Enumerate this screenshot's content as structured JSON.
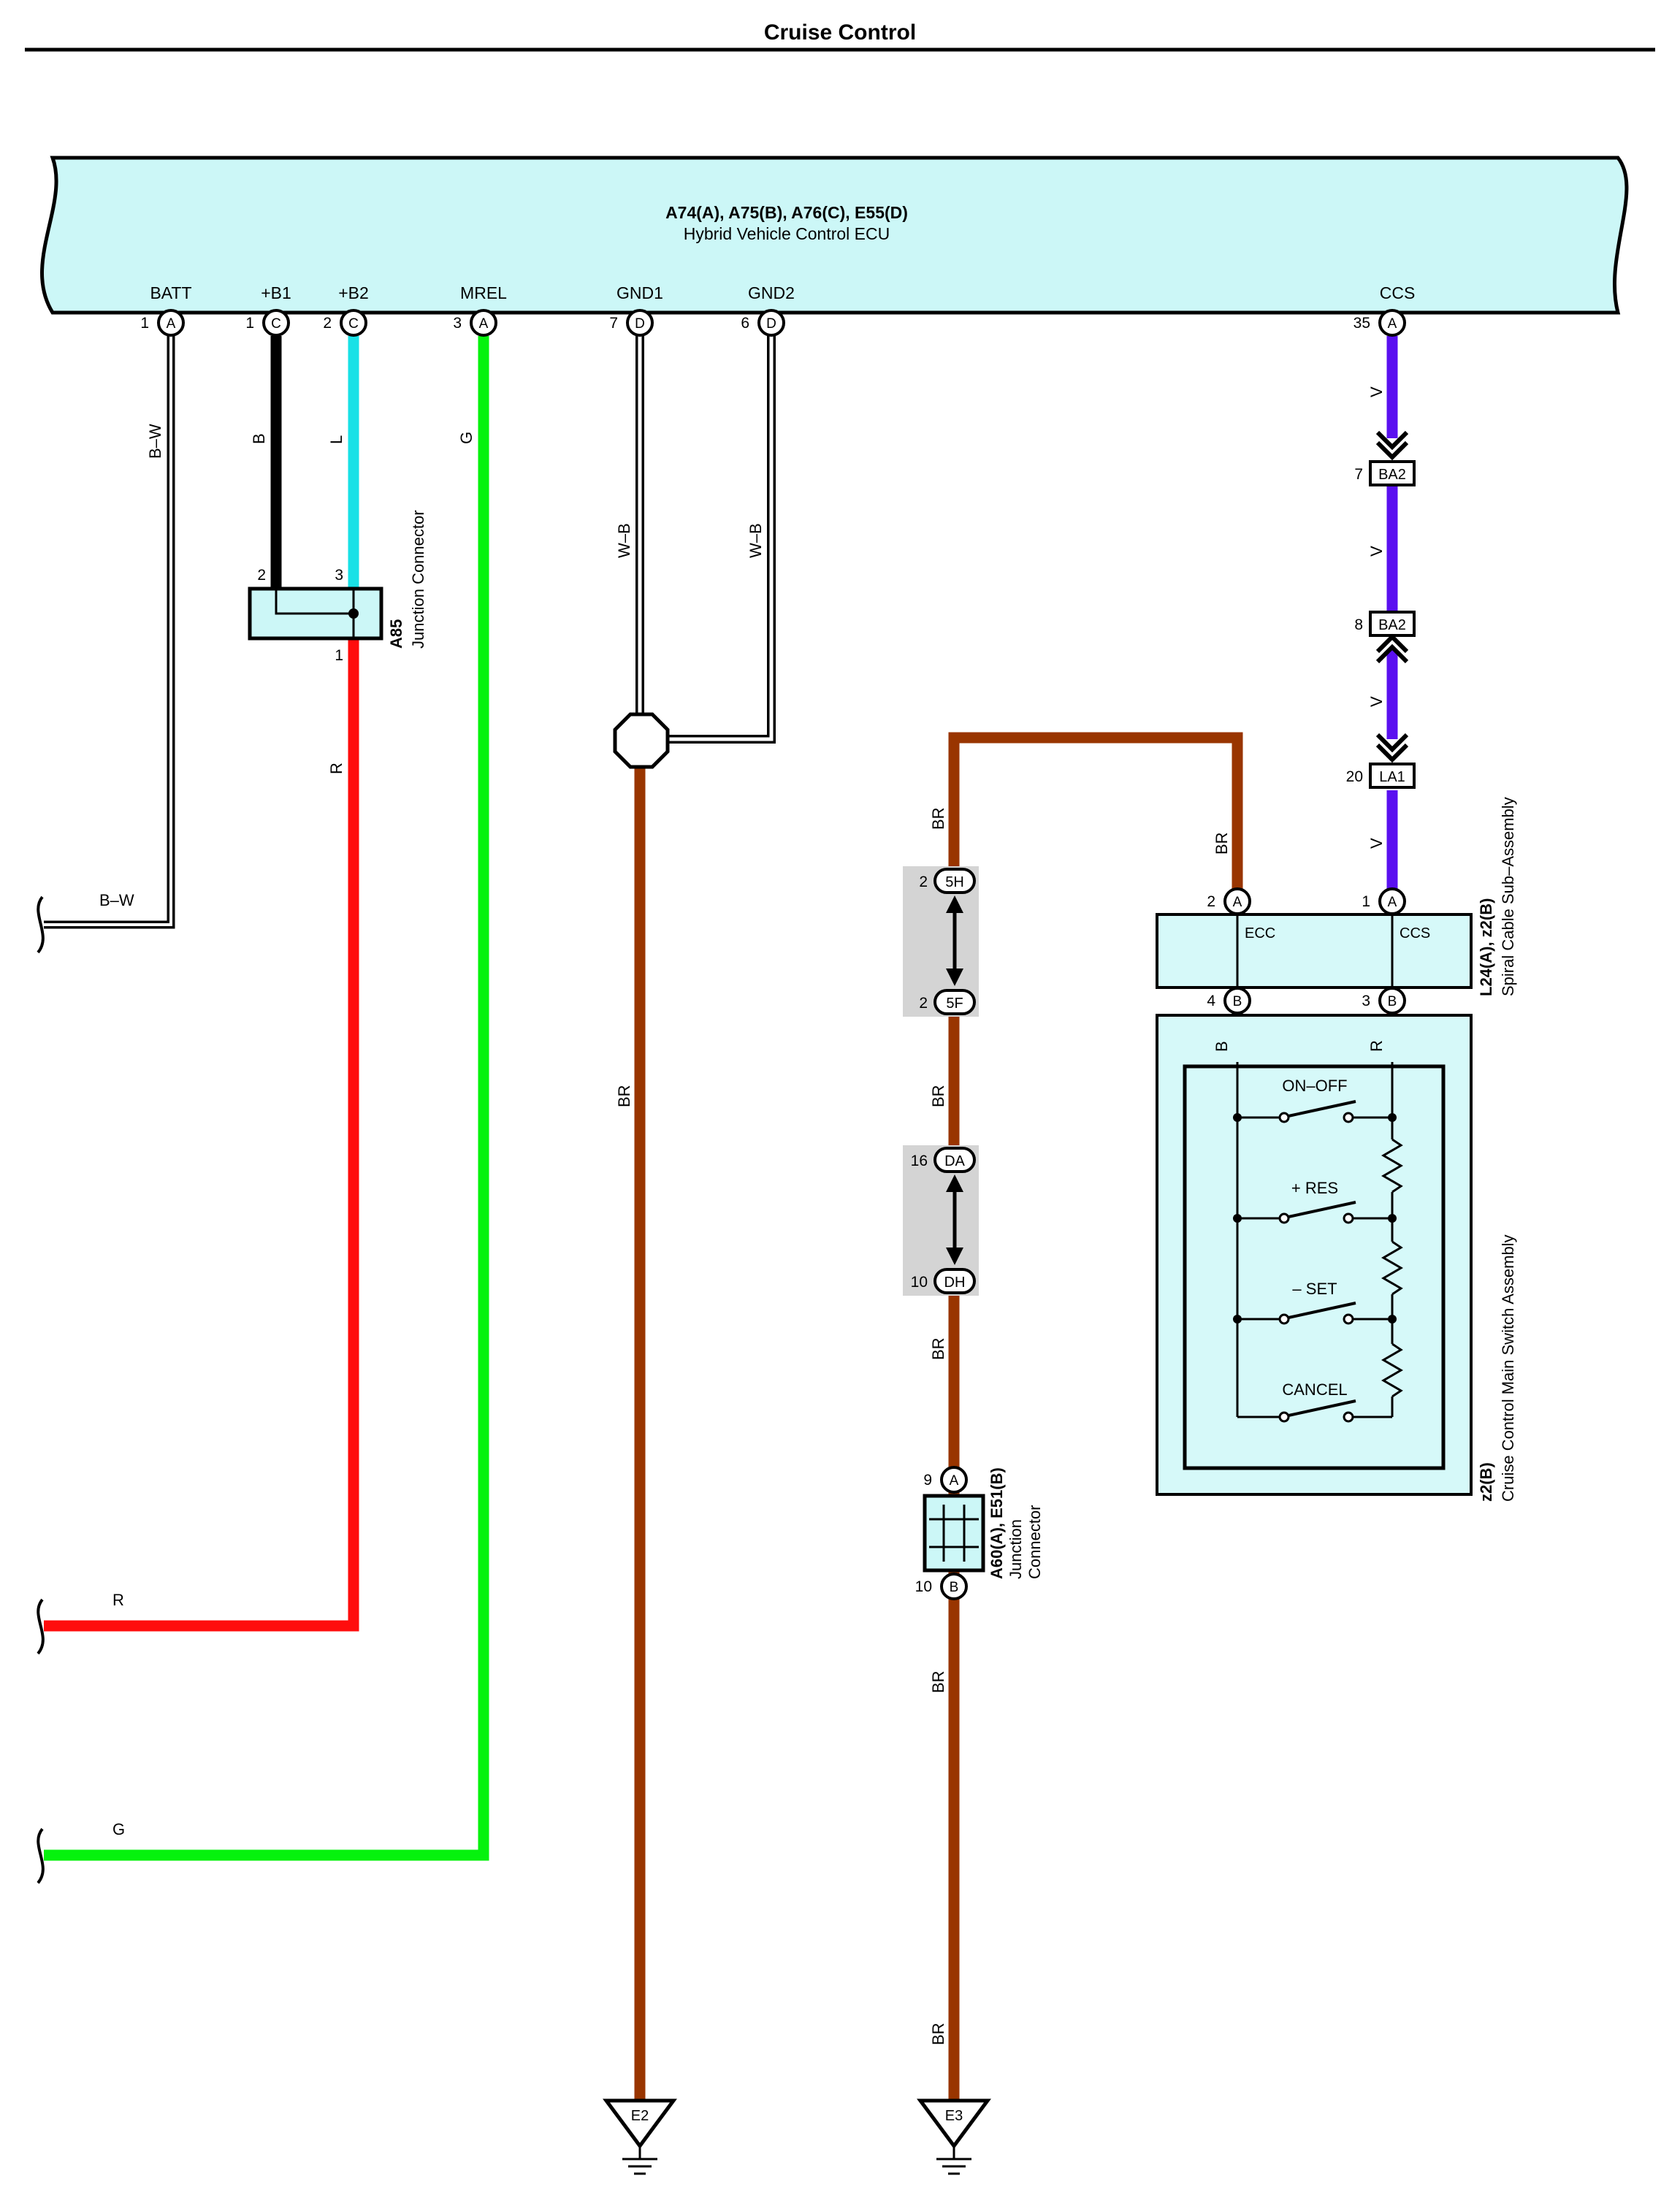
{
  "title": "Cruise Control",
  "ecu": {
    "codes": "A74(A), A75(B), A76(C), E55(D)",
    "name": "Hybrid Vehicle Control ECU",
    "pins": [
      {
        "label": "BATT",
        "num": "1",
        "conn": "A"
      },
      {
        "label": "+B1",
        "num": "1",
        "conn": "C"
      },
      {
        "label": "+B2",
        "num": "2",
        "conn": "C"
      },
      {
        "label": "MREL",
        "num": "3",
        "conn": "A"
      },
      {
        "label": "GND1",
        "num": "7",
        "conn": "D"
      },
      {
        "label": "GND2",
        "num": "6",
        "conn": "D"
      },
      {
        "label": "CCS",
        "num": "35",
        "conn": "A"
      }
    ]
  },
  "wires": {
    "batt": "B–W",
    "b1": "B",
    "b2": "L",
    "mrel": "G",
    "gnd1": "W–B",
    "gnd2": "W–B",
    "ccs1": "V",
    "ccs2": "V",
    "ccs3": "V",
    "ccs4": "V",
    "red": "R",
    "gnd_trunk": "BR",
    "ecc_up": "BR",
    "br1": "BR",
    "br2": "BR",
    "br3": "BR",
    "br4": "BR",
    "br5": "BR",
    "sw_b": "B",
    "sw_r": "R",
    "left_bw": "B–W",
    "left_r": "R",
    "left_g": "G"
  },
  "colors": {
    "ecu_fill": "#ccf7f7",
    "box_fill": "#d6f9f9",
    "connector_fill": "#d4d4d4",
    "bw": "#000000",
    "black": "#000000",
    "blue": "#19e1e6",
    "green": "#05f20d",
    "red": "#ff0d0d",
    "brown": "#993500",
    "violet": "#5a10f0"
  },
  "junction_a85": {
    "code": "A85",
    "name": "Junction Connector",
    "pin_in1": "2",
    "pin_in2": "3",
    "pin_out": "1"
  },
  "ccs_connectors": [
    {
      "num": "7",
      "name": "BA2"
    },
    {
      "num": "8",
      "name": "BA2"
    },
    {
      "num": "20",
      "name": "LA1"
    }
  ],
  "spiral": {
    "codes": "L24(A), z2(B)",
    "name": "Spiral Cable Sub–Assembly",
    "ecc": "ECC",
    "ccs": "CCS",
    "pin_ecc": {
      "num": "2",
      "conn": "A"
    },
    "pin_ccs": {
      "num": "1",
      "conn": "A"
    },
    "pin_b": {
      "num": "4",
      "conn": "B"
    },
    "pin_r": {
      "num": "3",
      "conn": "B"
    }
  },
  "switch_assembly": {
    "code": "z2(B)",
    "name": "Cruise Control Main Switch Assembly",
    "switches": [
      "ON–OFF",
      "+ RES",
      "– SET",
      "CANCEL"
    ]
  },
  "inline_connectors": [
    {
      "num": "2",
      "name": "5H"
    },
    {
      "num": "2",
      "name": "5F"
    },
    {
      "num": "16",
      "name": "DA"
    },
    {
      "num": "10",
      "name": "DH"
    }
  ],
  "junction_a60": {
    "codes": "A60(A), E51(B)",
    "name1": "Junction",
    "name2": "Connector",
    "pin_in": {
      "num": "9",
      "conn": "A"
    },
    "pin_out": {
      "num": "10",
      "conn": "B"
    }
  },
  "grounds": [
    "E2",
    "E3"
  ]
}
